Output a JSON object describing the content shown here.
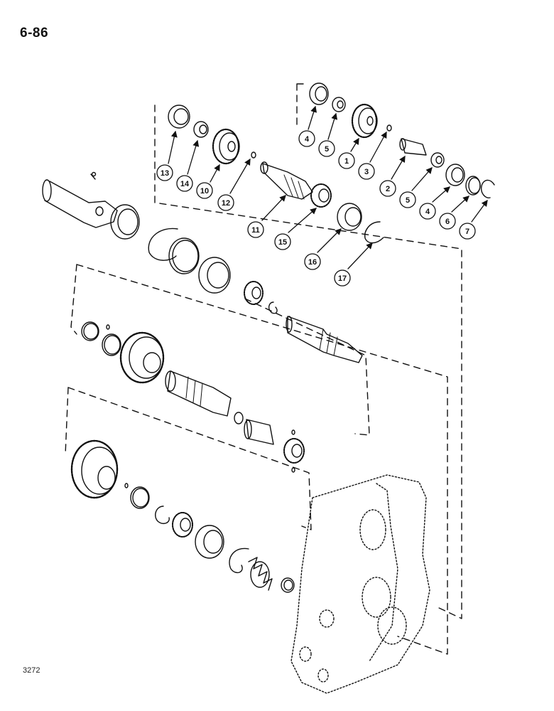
{
  "page_number": "6-86",
  "figure_code": "3272",
  "callouts": [
    {
      "id": "c13",
      "label": "13"
    },
    {
      "id": "c14",
      "label": "14"
    },
    {
      "id": "c10",
      "label": "10"
    },
    {
      "id": "c12",
      "label": "12"
    },
    {
      "id": "c11",
      "label": "11"
    },
    {
      "id": "c15",
      "label": "15"
    },
    {
      "id": "c16",
      "label": "16"
    },
    {
      "id": "c17",
      "label": "17"
    },
    {
      "id": "c4a",
      "label": "4"
    },
    {
      "id": "c5a",
      "label": "5"
    },
    {
      "id": "c1",
      "label": "1"
    },
    {
      "id": "c3",
      "label": "3"
    },
    {
      "id": "c2",
      "label": "2"
    },
    {
      "id": "c5b",
      "label": "5"
    },
    {
      "id": "c4b",
      "label": "4"
    },
    {
      "id": "c6",
      "label": "6"
    },
    {
      "id": "c7",
      "label": "7"
    }
  ]
}
